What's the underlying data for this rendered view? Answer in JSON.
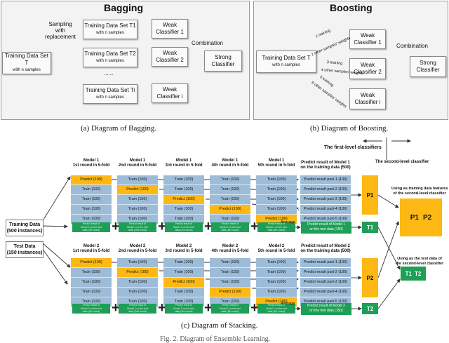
{
  "bagging": {
    "title": "Bagging",
    "input": "Training Data Set T",
    "input_sub": "with n samples",
    "sampling": "Sampling\nwith\nreplacement",
    "sets": [
      "Training Data Set T1",
      "Training Data Set T2",
      "Training Data Set Ti"
    ],
    "sets_sub": "with n samples",
    "ellipsis": "......",
    "classifiers": [
      "Weak\nClassifier 1",
      "Weak\nClassifier 2",
      "Weak\nClassifier i"
    ],
    "combination": "Combination",
    "strong": "Strong\nClassifier",
    "caption": "(a) Diagram of Bagging."
  },
  "boosting": {
    "title": "Boosting",
    "input": "Training Data Set T",
    "input_sub": "with n samples",
    "classifiers": [
      "Weak\nClassifier 1",
      "Weak\nClassifier 2",
      "Weak\nClassifier i"
    ],
    "edge_labels": [
      "1 training",
      "2 other samples' weights",
      "3 training",
      "4 other samples' weights",
      "5 training",
      "6 other samples' weights"
    ],
    "combination": "Combination",
    "strong": "Strong\nClassifier",
    "caption": "(b) Diagram of Boosting."
  },
  "stacking": {
    "legend_first": "The first-level classifiers",
    "legend_second": "The second-level classifier",
    "training_box": "Training Data\n(500 instances)",
    "test_box": "Test Data\n(150 instances)",
    "model1_headers": [
      "Model 1\n1st round in 5-fold",
      "Model 1\n2nd round in 5-fold",
      "Model 1\n3rd round in 5-fold",
      "Model 1\n4th round in 5-fold",
      "Model 1\n5th round in 5-fold"
    ],
    "model2_headers": [
      "Model 2\n1st round in 5-fold",
      "Model 2\n2nd round in 5-fold",
      "Model 2\n3rd round in 5-fold",
      "Model 2\n4th round in 5-fold",
      "Model 2\n5th round in 5-fold"
    ],
    "predict_cell": "Predict (100)",
    "train_cell": "Train (100)",
    "pred_header_m1": "Predict result of Model 1\non the training data (500)",
    "pred_header_m2": "Predict result of Model 2\non the training data (500)",
    "pred_parts": [
      "Predict result part-1 (100)",
      "Predict result part-2 (100)",
      "Predict result part-3 (100)",
      "Predict result part-4 (100)",
      "Predict result part-5 (100)"
    ],
    "green_m1": [
      "Predict result of\nModel 1 on the test\ndata (1st round)",
      "Predict result of\nModel 1 on the test\ndata (2nd round)",
      "Predict result of\nModel 1 on the test\ndata (3rd round)",
      "Predict result of\nModel 1 on the test\ndata (4th round)",
      "Predict result of\nModel 1 on the test\ndata (5th round)"
    ],
    "green_m2": [
      "Predict result of\nModel 2 on the test\ndata (1st round)",
      "Predict result of\nModel 2 on the test\ndata (2nd round)",
      "Predict result of\nModel 2 on the test\ndata (3rd round)",
      "Predict result of\nModel 2 on the test\ndata (4th round)",
      "Predict result of\nModel 2 on the test\ndata (5th round)"
    ],
    "average": "Average",
    "final_m1": "Predict result of Model 1\non the test data (150)",
    "final_m2": "Predict result of Model 2\non the test data (150)",
    "plus": "+",
    "p1": "P1",
    "p2": "P2",
    "t1": "T1",
    "t2": "T2",
    "train_features_note": "Using as training data features\nof the second-level classifier",
    "test_note": "Using as the test data of\nthe second-level classifier",
    "caption": "(c) Diagram of Stacking."
  },
  "figure_caption": "Fig. 2.    Diagram of Ensemble Learning."
}
